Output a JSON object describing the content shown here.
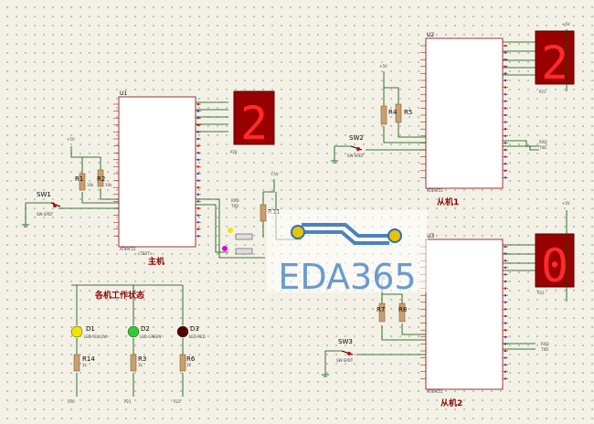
{
  "watermark": {
    "text": "EDA365"
  },
  "components": {
    "u1": {
      "ref": "U1",
      "part": "AT89C51",
      "title": "主机"
    },
    "u2": {
      "ref": "U2",
      "part": "AT89C51",
      "title": "从机1"
    },
    "u3": {
      "ref": "U3",
      "part": "AT89C51",
      "title": "从机2"
    },
    "r1": "R1",
    "r2": "R2",
    "r4": "R4",
    "r5": "R5",
    "r7": "R7",
    "r8": "R8",
    "r11": "R11",
    "r14": "R14",
    "r3": "R3",
    "r6": "R6",
    "sw1": "SW1",
    "sw2": "SW2",
    "sw3": "SW3",
    "d1": "D1",
    "d2": "D2",
    "d3": "D3",
    "d1_part": "LED-YELLOW",
    "d2_part": "LED-GREEN",
    "d3_part": "LED-RED",
    "sw_part": "SW-SPDT",
    "res_value": "10k",
    "res_value_led": "1k",
    "vcc": "+5V"
  },
  "status_title": "各机工作状态",
  "displays": {
    "master": "2",
    "slave1": "2",
    "slave2": "0"
  },
  "net_labels": {
    "p20": "P20",
    "p21": "P21",
    "p22": "P22",
    "rxd": "RXD",
    "txd": "TXD",
    "p22b": "P22"
  },
  "text_placeholder": "<TEXT>",
  "colors": {
    "segment_on": "#ff0000",
    "display_bg": "#990000",
    "chip_fill": "#ffffff",
    "wire": "#005000"
  }
}
